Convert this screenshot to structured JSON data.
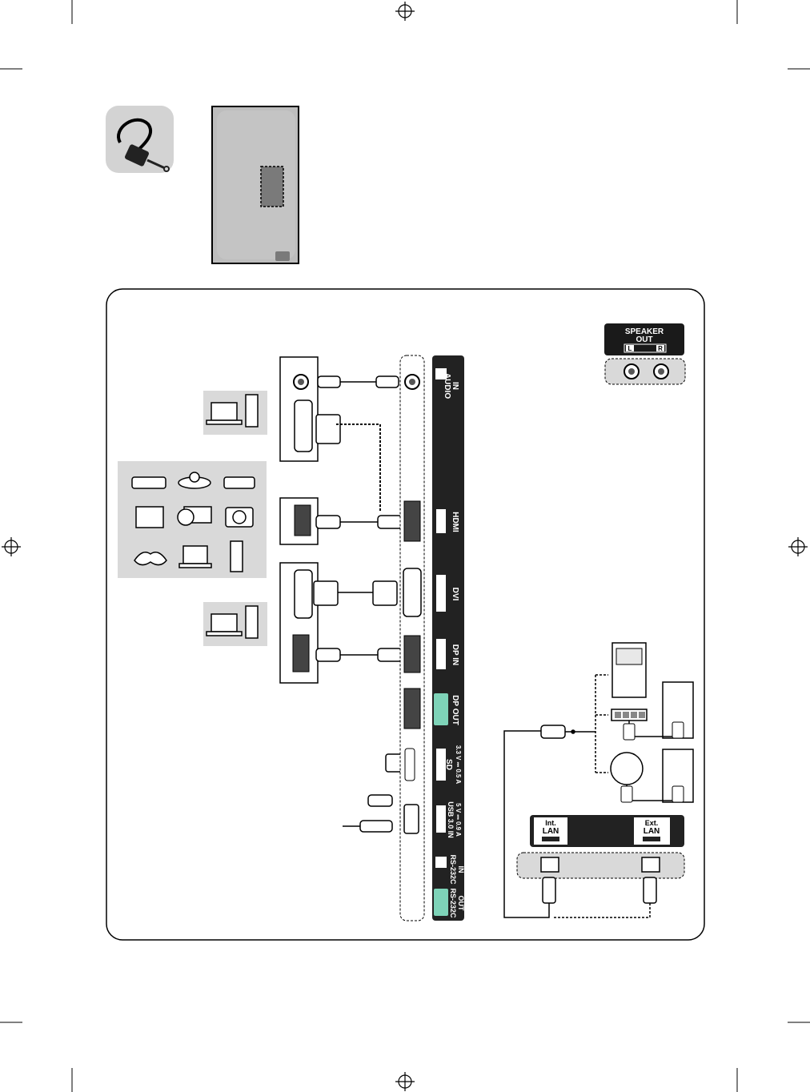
{
  "speaker": {
    "title_1": "SPEAKER",
    "title_2": "OUT",
    "left": "L",
    "right": "R"
  },
  "ports": {
    "audio_in_1": "AUDIO",
    "audio_in_2": "IN",
    "hdmi": "HDMI",
    "dvi": "DVI",
    "dp_in": "DP IN",
    "dp_out": "DP OUT",
    "sd_1": "SD",
    "sd_2": "3.3 V ⎓ 0.5 A",
    "usb_1": "USB 3.0 IN",
    "usb_2": "5 V ⎓ 0.9 A",
    "rs232c_in_1": "RS-232C",
    "rs232c_in_2": "IN",
    "rs232c_out_1": "RS-232C",
    "rs232c_out_2": "OUT"
  },
  "lan": {
    "int_1": "Int.",
    "int_2": "LAN",
    "ext_1": "Ext.",
    "ext_2": "LAN"
  },
  "colors": {
    "panel_gray": "#bdbdbd",
    "box_gray": "#d9d9d9",
    "port_bar": "#222222",
    "dp_out_accent": "#7ed3b8",
    "rs232c_out_accent": "#7ed3b8"
  }
}
